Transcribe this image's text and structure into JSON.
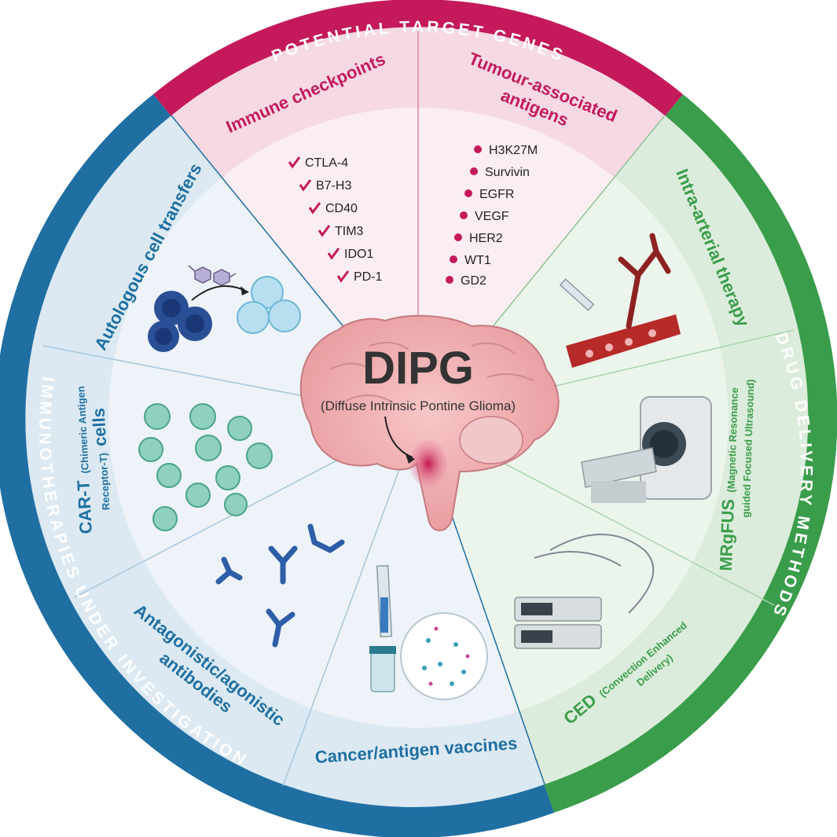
{
  "colors": {
    "pink": "#c41a5b",
    "blue": "#1f6fa3",
    "green": "#3a9d4b",
    "pink_light": "#f6d9e3",
    "blue_light": "#dce9f2",
    "green_light": "#dcecdc"
  },
  "center": {
    "title": "DIPG",
    "subtitle": "(Diffuse Intrinsic Pontine Glioma)"
  },
  "outer_labels": {
    "top": "POTENTIAL TARGET GENES",
    "left": "IMMUNOTHERAPIES UNDER INVESTIGATION",
    "right": "DRUG DELIVERY METHODS"
  },
  "target_genes": {
    "immune_checkpoints": {
      "title": "Immune checkpoints",
      "items": [
        "CTLA-4",
        "B7-H3",
        "CD40",
        "TIM3",
        "IDO1",
        "PD-1"
      ]
    },
    "tumour_antigens": {
      "title_line1": "Tumour-associated",
      "title_line2": "antigens",
      "items": [
        "H3K27M",
        "Survivin",
        "EGFR",
        "VEGF",
        "HER2",
        "WT1",
        "GD2"
      ]
    }
  },
  "immunotherapies": {
    "autologous": "Autologous cell transfers",
    "cart_main": "CAR-T",
    "cart_sub1": "(Chimeric Antigen",
    "cart_sub2": "Receptor-T)",
    "cart_cells": "cells",
    "antibodies_line1": "Antagonistic/agonistic",
    "antibodies_line2": "antibodies",
    "vaccines": "Cancer/antigen vaccines"
  },
  "delivery": {
    "intra_arterial": "Intra-arterial therapy",
    "mrgfus_main": "MRgFUS",
    "mrgfus_sub1": "(Magnetic Resonance",
    "mrgfus_sub2": "guided Focused Ultrasound)",
    "ced_main": "CED",
    "ced_sub1": "(Convection Enhanced",
    "ced_sub2": "Delivery)"
  }
}
